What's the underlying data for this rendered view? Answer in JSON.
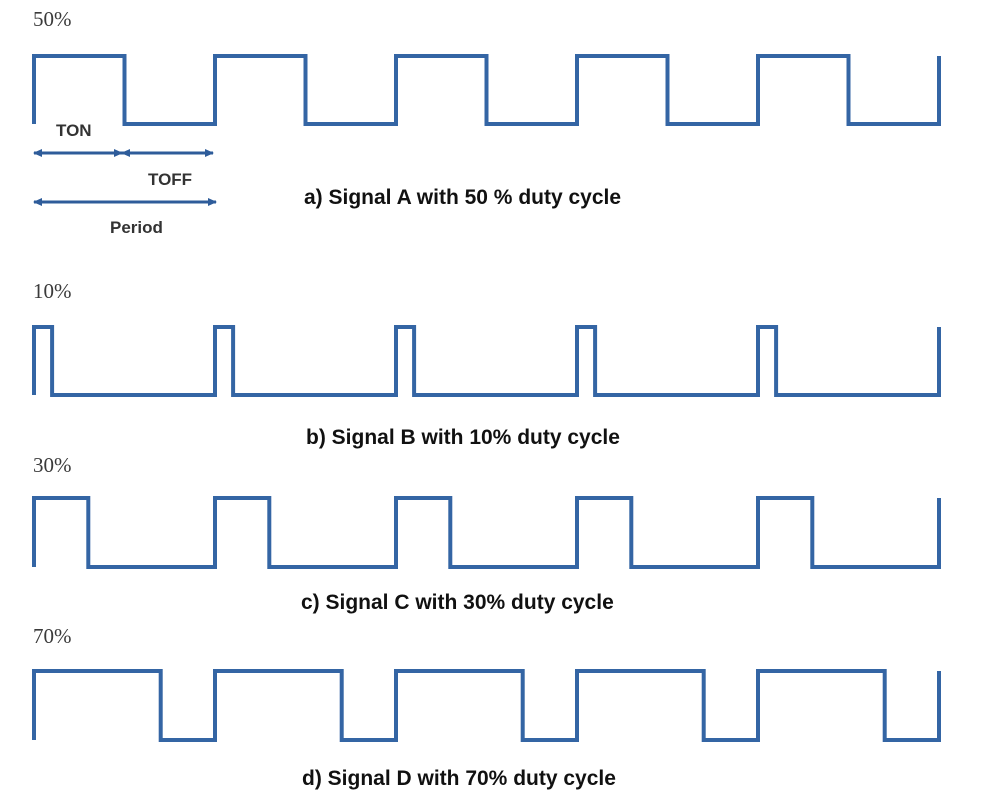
{
  "colors": {
    "waveform": "#3465a4",
    "arrow": "#2e5c9a",
    "caption_text": "#111111",
    "label_text": "#3a3a3a"
  },
  "signals": [
    {
      "id": "a",
      "duty_label": "50%",
      "duty_cycle": 0.5,
      "caption": "a) Signal A with 50 % duty cycle"
    },
    {
      "id": "b",
      "duty_label": "10%",
      "duty_cycle": 0.1,
      "caption": "b) Signal B with 10% duty cycle"
    },
    {
      "id": "c",
      "duty_label": "30%",
      "duty_cycle": 0.3,
      "caption": "c) Signal C with 30% duty cycle"
    },
    {
      "id": "d",
      "duty_label": "70%",
      "duty_cycle": 0.7,
      "caption": "d) Signal D with 70% duty cycle"
    }
  ],
  "annotations": {
    "ton": "TON",
    "toff": "TOFF",
    "period": "Period"
  }
}
